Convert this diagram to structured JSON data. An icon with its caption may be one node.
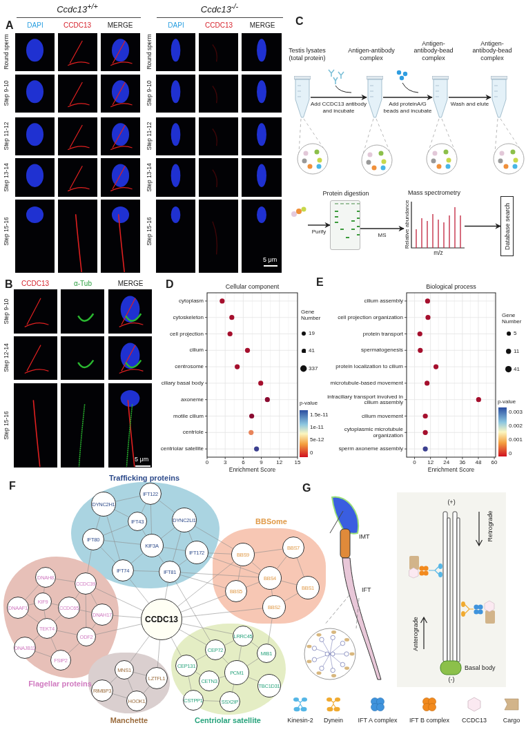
{
  "diagram": {
    "nodes": [
      {
        "text": [
          "Testis lysates (total protein)"
        ]
      },
      {
        "text": [
          "Antigen-antibody complex"
        ]
      },
      {
        "text": [
          "Antigen-antibody-bead complex"
        ]
      },
      {
        "text": [
          "Antigen-antibody-bead complex"
        ]
      },
      {
        "text": [
          "Protein digestion"
        ]
      },
      {
        "text": [
          "Mass spectrometry",
          "Relative abundance",
          "m/z"
        ]
      },
      {
        "text": [
          "Database search"
        ]
      },
      {
        "text": [
          "Trafficking proteins"
        ]
      },
      {
        "text": [
          "IFT122"
        ],
        "in": 7
      },
      {
        "text": [
          "DYNC2H1"
        ],
        "in": 7
      },
      {
        "text": [
          "IFT43"
        ],
        "in": 7
      },
      {
        "text": [
          "DYNC2LI1"
        ],
        "in": 7
      },
      {
        "text": [
          "IFT80"
        ],
        "in": 7
      },
      {
        "text": [
          "KIF3A"
        ],
        "in": 7
      },
      {
        "text": [
          "IFT172"
        ],
        "in": 7
      },
      {
        "text": [
          "IFT74"
        ],
        "in": 7
      },
      {
        "text": [
          "IFT81"
        ],
        "in": 7
      },
      {
        "text": [
          "BBSome"
        ]
      },
      {
        "text": [
          "BBS9"
        ],
        "in": 17
      },
      {
        "text": [
          "BBS7"
        ],
        "in": 17
      },
      {
        "text": [
          "BBS4"
        ],
        "in": 17
      },
      {
        "text": [
          "BBS1"
        ],
        "in": 17
      },
      {
        "text": [
          "BBS5"
        ],
        "in": 17
      },
      {
        "text": [
          "BBS2"
        ],
        "in": 17
      },
      {
        "text": [
          "Flagellar proteins"
        ]
      },
      {
        "text": [
          "DNAH8"
        ],
        "in": 24
      },
      {
        "text": [
          "CCDC39"
        ],
        "in": 24
      },
      {
        "text": [
          "KIF9"
        ],
        "in": 24
      },
      {
        "text": [
          "CCDC65"
        ],
        "in": 24
      },
      {
        "text": [
          "DNAAF1"
        ],
        "in": 24
      },
      {
        "text": [
          "DNAH17"
        ],
        "in": 24
      },
      {
        "text": [
          "TEKT4"
        ],
        "in": 24
      },
      {
        "text": [
          "ODF2"
        ],
        "in": 24
      },
      {
        "text": [
          "DNAJB11"
        ],
        "in": 24
      },
      {
        "text": [
          "FSIP2"
        ],
        "in": 24
      },
      {
        "text": [
          "CCDC13"
        ]
      },
      {
        "text": [
          "Manchette"
        ]
      },
      {
        "text": [
          "MNS1"
        ],
        "in": 36
      },
      {
        "text": [
          "LZTFL1"
        ],
        "in": 36
      },
      {
        "text": [
          "RIMBP3"
        ],
        "in": 36
      },
      {
        "text": [
          "HOOK1"
        ],
        "in": 36
      },
      {
        "text": [
          "Centriolar satellite"
        ]
      },
      {
        "text": [
          "LRRC45"
        ],
        "in": 41
      },
      {
        "text": [
          "CEP72"
        ],
        "in": 41
      },
      {
        "text": [
          "MIB1"
        ],
        "in": 41
      },
      {
        "text": [
          "CEP131"
        ],
        "in": 41
      },
      {
        "text": [
          "CETN3"
        ],
        "in": 41
      },
      {
        "text": [
          "PCM1"
        ],
        "in": 41
      },
      {
        "text": [
          "TBC1D31"
        ],
        "in": 41
      },
      {
        "text": [
          "CSTPP1"
        ],
        "in": 41
      },
      {
        "text": [
          "SSX2IP"
        ],
        "in": 41
      },
      {
        "text": [],
        "shape": "picture"
      }
    ],
    "edges": [
      {
        "from": 0,
        "to": 1,
        "arrow": "to",
        "label": "Add CCDC13 antibody and incubate",
        "color": "#222222"
      },
      {
        "from": 1,
        "to": 2,
        "arrow": "to",
        "label": "Add proteinA/G beads and incubate",
        "color": "#222222"
      },
      {
        "from": 2,
        "to": 3,
        "arrow": "to",
        "label": "Wash and elute",
        "color": "#222222"
      },
      {
        "from": 51,
        "to": 4,
        "arrow": "to",
        "label": "Purify",
        "color": "#222222"
      },
      {
        "from": 4,
        "to": 5,
        "arrow": "to",
        "label": "MS",
        "color": "#222222"
      },
      {
        "from": 5,
        "to": 6,
        "arrow": "to",
        "color": "#222222"
      },
      {
        "from": 35,
        "to": 15,
        "arrow": "none"
      },
      {
        "from": 35,
        "to": 16,
        "arrow": "none"
      },
      {
        "from": 35,
        "to": 18,
        "arrow": "none"
      },
      {
        "from": 35,
        "to": 22,
        "arrow": "none"
      },
      {
        "from": 35,
        "to": 23,
        "arrow": "none"
      },
      {
        "from": 35,
        "to": 26,
        "arrow": "none"
      },
      {
        "from": 35,
        "to": 30,
        "arrow": "none"
      },
      {
        "from": 35,
        "to": 32,
        "arrow": "none"
      },
      {
        "from": 35,
        "to": 37,
        "arrow": "none"
      },
      {
        "from": 35,
        "to": 38,
        "arrow": "none"
      },
      {
        "from": 35,
        "to": 42,
        "arrow": "none"
      },
      {
        "from": 35,
        "to": 43,
        "arrow": "none"
      },
      {
        "from": 35,
        "to": 45,
        "arrow": "none"
      },
      {
        "from": 8,
        "to": 9,
        "arrow": "none"
      },
      {
        "from": 8,
        "to": 10,
        "arrow": "none"
      },
      {
        "from": 8,
        "to": 11,
        "arrow": "none"
      },
      {
        "from": 8,
        "to": 13,
        "arrow": "none"
      },
      {
        "from": 9,
        "to": 10,
        "arrow": "none"
      },
      {
        "from": 9,
        "to": 12,
        "arrow": "none"
      },
      {
        "from": 9,
        "to": 15,
        "arrow": "none"
      },
      {
        "from": 10,
        "to": 12,
        "arrow": "none"
      },
      {
        "from": 10,
        "to": 13,
        "arrow": "none"
      },
      {
        "from": 11,
        "to": 13,
        "arrow": "none"
      },
      {
        "from": 11,
        "to": 14,
        "arrow": "none"
      },
      {
        "from": 11,
        "to": 16,
        "arrow": "none"
      },
      {
        "from": 12,
        "to": 13,
        "arrow": "none"
      },
      {
        "from": 12,
        "to": 15,
        "arrow": "none"
      },
      {
        "from": 13,
        "to": 14,
        "arrow": "none"
      },
      {
        "from": 13,
        "to": 15,
        "arrow": "none"
      },
      {
        "from": 13,
        "to": 16,
        "arrow": "none"
      },
      {
        "from": 14,
        "to": 16,
        "arrow": "none"
      },
      {
        "from": 15,
        "to": 16,
        "arrow": "none"
      },
      {
        "from": 14,
        "to": 18,
        "arrow": "none"
      },
      {
        "from": 11,
        "to": 18,
        "arrow": "none"
      },
      {
        "from": 16,
        "to": 20,
        "arrow": "none"
      },
      {
        "from": 14,
        "to": 20,
        "arrow": "none"
      },
      {
        "from": 16,
        "to": 22,
        "arrow": "none"
      },
      {
        "from": 18,
        "to": 19,
        "arrow": "none"
      },
      {
        "from": 18,
        "to": 20,
        "arrow": "none"
      },
      {
        "from": 18,
        "to": 22,
        "arrow": "none"
      },
      {
        "from": 19,
        "to": 20,
        "arrow": "none"
      },
      {
        "from": 19,
        "to": 21,
        "arrow": "none"
      },
      {
        "from": 20,
        "to": 21,
        "arrow": "none"
      },
      {
        "from": 20,
        "to": 22,
        "arrow": "none"
      },
      {
        "from": 20,
        "to": 23,
        "arrow": "none"
      },
      {
        "from": 21,
        "to": 23,
        "arrow": "none"
      },
      {
        "from": 25,
        "to": 26,
        "arrow": "none"
      },
      {
        "from": 25,
        "to": 27,
        "arrow": "none"
      },
      {
        "from": 25,
        "to": 29,
        "arrow": "none"
      },
      {
        "from": 26,
        "to": 28,
        "arrow": "none"
      },
      {
        "from": 26,
        "to": 30,
        "arrow": "none"
      },
      {
        "from": 27,
        "to": 28,
        "arrow": "none"
      },
      {
        "from": 27,
        "to": 29,
        "arrow": "none"
      },
      {
        "from": 27,
        "to": 31,
        "arrow": "none"
      },
      {
        "from": 28,
        "to": 30,
        "arrow": "none"
      },
      {
        "from": 28,
        "to": 31,
        "arrow": "none"
      },
      {
        "from": 29,
        "to": 31,
        "arrow": "none"
      },
      {
        "from": 30,
        "to": 32,
        "arrow": "none"
      },
      {
        "from": 31,
        "to": 32,
        "arrow": "none"
      },
      {
        "from": 31,
        "to": 33,
        "arrow": "none"
      },
      {
        "from": 31,
        "to": 34,
        "arrow": "none"
      },
      {
        "from": 32,
        "to": 34,
        "arrow": "none"
      },
      {
        "from": 33,
        "to": 34,
        "arrow": "none"
      },
      {
        "from": 26,
        "to": 32,
        "arrow": "none"
      },
      {
        "from": 12,
        "to": 26,
        "arrow": "none"
      },
      {
        "from": 37,
        "to": 38,
        "arrow": "none"
      },
      {
        "from": 37,
        "to": 39,
        "arrow": "none"
      },
      {
        "from": 37,
        "to": 40,
        "arrow": "none"
      },
      {
        "from": 38,
        "to": 40,
        "arrow": "none"
      },
      {
        "from": 39,
        "to": 40,
        "arrow": "none"
      },
      {
        "from": 42,
        "to": 47,
        "arrow": "none"
      },
      {
        "from": 43,
        "to": 47,
        "arrow": "none"
      },
      {
        "from": 44,
        "to": 47,
        "arrow": "none"
      },
      {
        "from": 45,
        "to": 46,
        "arrow": "none"
      },
      {
        "from": 45,
        "to": 49,
        "arrow": "none"
      },
      {
        "from": 46,
        "to": 47,
        "arrow": "none"
      },
      {
        "from": 47,
        "to": 48,
        "arrow": "none"
      },
      {
        "from": 47,
        "to": 50,
        "arrow": "none"
      },
      {
        "from": 49,
        "to": 50,
        "arrow": "none"
      },
      {
        "from": 43,
        "to": 45,
        "arrow": "none"
      },
      {
        "from": 42,
        "to": 43,
        "arrow": "none"
      },
      {
        "from": 44,
        "to": 42,
        "arrow": "none"
      },
      {
        "from": 44,
        "to": 23,
        "arrow": "none"
      },
      {
        "from": 43,
        "to": 16,
        "arrow": "none"
      }
    ],
    "labels": [
      "A",
      "Ccdc13$^{+/+}$",
      "Ccdc13$^{-/-}$",
      "DAPI",
      "CCDC13",
      "MERGE",
      "DAPI",
      "CCDC13",
      "MERGE",
      "Round sperm",
      "Round sperm",
      "Step 9-10",
      "Step 9-10",
      "Step 11-12",
      "Step 11-12",
      "Step 13-14",
      "Step 13-14",
      "Step 15-16",
      "Step 15-16",
      "5 μm",
      "C",
      "B",
      "CCDC13",
      "α-Tub",
      "MERGE",
      "D",
      "E",
      "Step 9-10",
      "Step 12-14",
      "Step 15-16",
      "5 μm",
      "Gene Number",
      "19",
      "41",
      "337",
      "p-value",
      "1.5e-11",
      "1e-11",
      "5e-12",
      "0",
      "Gene Number",
      "5",
      "11",
      "41",
      "p-value",
      "0.003",
      "0.002",
      "0.001",
      "0",
      "F",
      "G",
      "IMT",
      "IFT",
      "(+)",
      "Retrograde",
      "Anterograde",
      "Basal body",
      "(-)"
    ],
    "legend": [
      {
        "text": "Kinesin-2"
      },
      {
        "text": "Dynein"
      },
      {
        "text": "IFT A complex"
      },
      {
        "text": "IFT B complex"
      },
      {
        "text": "CCDC13"
      },
      {
        "text": "Cargo"
      }
    ],
    "chart_data": [
      {
        "type": "scatter",
        "orientation": "horizontal",
        "title": "Cellular component",
        "xlabel": "Enrichment Score",
        "categories": [
          "cytoplasm",
          "cytoskeleton",
          "cell projection",
          "cilium",
          "centrosome",
          "ciliary basal body",
          "axoneme",
          "motile cilium",
          "centriole",
          "centriolar satellite"
        ],
        "series": [
          {
            "values": [
              2.5,
              4.1,
              3.8,
              6.7,
              5.0,
              8.9,
              10.0,
              7.4,
              7.3,
              8.2
            ]
          }
        ],
        "xlim": [
          0,
          15
        ],
        "xticks": [
          0,
          3,
          6,
          9,
          12,
          15
        ],
        "grid": true
      },
      {
        "type": "scatter",
        "orientation": "horizontal",
        "title": "Biological process",
        "xlabel": "Enrichment Score",
        "categories": [
          "cilium assembly",
          "cell projection organization",
          "protein transport",
          "spermatogenesis",
          "protein localization to cilium",
          "microtubule-based movement",
          "intraciliary transport involved in cilium assembly",
          "cilium movement",
          "cytoplasmic microtubule organization",
          "sperm axoneme assembly"
        ],
        "series": [
          {
            "values": [
              9.8,
              10.1,
              4.0,
              4.3,
              16.1,
              9.4,
              48.2,
              8.1,
              8.1,
              8.1
            ]
          }
        ],
        "xlim": [
          -6,
          61
        ],
        "xticks": [
          0,
          12,
          24,
          36,
          48,
          60
        ],
        "grid": true
      }
    ]
  }
}
